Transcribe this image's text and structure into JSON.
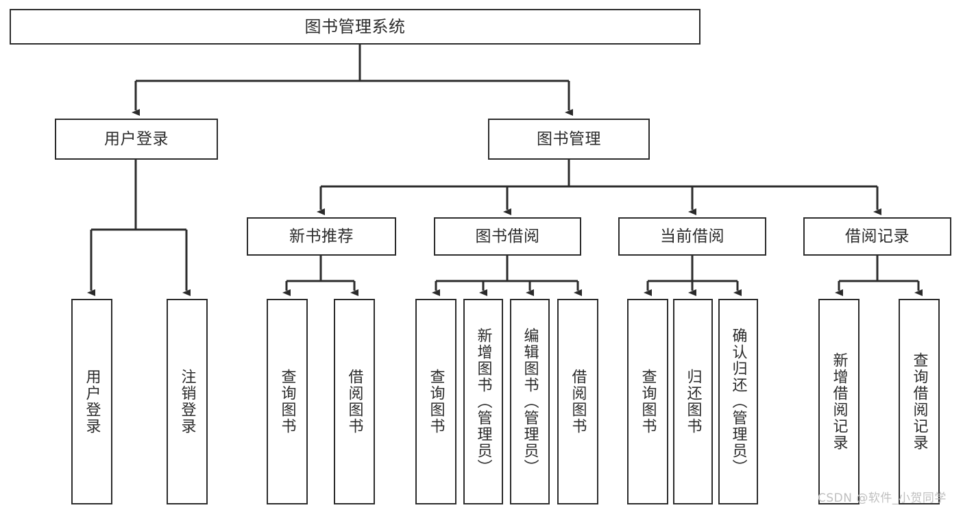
{
  "diagram": {
    "title": "图书管理系统",
    "type": "tree-hierarchy",
    "root": {
      "id": "root",
      "label": "图书管理系统"
    },
    "level2": [
      {
        "id": "user-login",
        "label": "用户登录"
      },
      {
        "id": "book-manage",
        "label": "图书管理"
      }
    ],
    "level3": [
      {
        "id": "new-book-recommend",
        "label": "新书推荐",
        "parent": "book-manage"
      },
      {
        "id": "book-borrow",
        "label": "图书借阅",
        "parent": "book-manage"
      },
      {
        "id": "current-borrow",
        "label": "当前借阅",
        "parent": "book-manage"
      },
      {
        "id": "borrow-record",
        "label": "借阅记录",
        "parent": "book-manage"
      }
    ],
    "leaves": [
      {
        "id": "leaf-user-login",
        "label": "用户登录",
        "parent": "user-login"
      },
      {
        "id": "leaf-user-logout",
        "label": "注销登录",
        "parent": "user-login"
      },
      {
        "id": "leaf-query-book-1",
        "label": "查询图书",
        "parent": "new-book-recommend"
      },
      {
        "id": "leaf-borrow-book-1",
        "label": "借阅图书",
        "parent": "new-book-recommend"
      },
      {
        "id": "leaf-query-book-2",
        "label": "查询图书",
        "parent": "book-borrow"
      },
      {
        "id": "leaf-add-book",
        "label": "新增图书（管理员）",
        "parent": "book-borrow"
      },
      {
        "id": "leaf-edit-book",
        "label": "编辑图书（管理员）",
        "parent": "book-borrow"
      },
      {
        "id": "leaf-borrow-book-2",
        "label": "借阅图书",
        "parent": "book-borrow"
      },
      {
        "id": "leaf-query-book-3",
        "label": "查询图书",
        "parent": "current-borrow"
      },
      {
        "id": "leaf-return-book",
        "label": "归还图书",
        "parent": "current-borrow"
      },
      {
        "id": "leaf-confirm-return",
        "label": "确认归还（管理员）",
        "parent": "current-borrow"
      },
      {
        "id": "leaf-add-record",
        "label": "新增借阅记录",
        "parent": "borrow-record"
      },
      {
        "id": "leaf-query-record",
        "label": "查询借阅记录",
        "parent": "borrow-record"
      }
    ]
  },
  "watermark": {
    "text": "CSDN @软件_小贺同学"
  },
  "colors": {
    "stroke": "#2b2b2b",
    "background": "#ffffff",
    "text": "#2b2b2b",
    "watermark": "#bfbfbf"
  }
}
